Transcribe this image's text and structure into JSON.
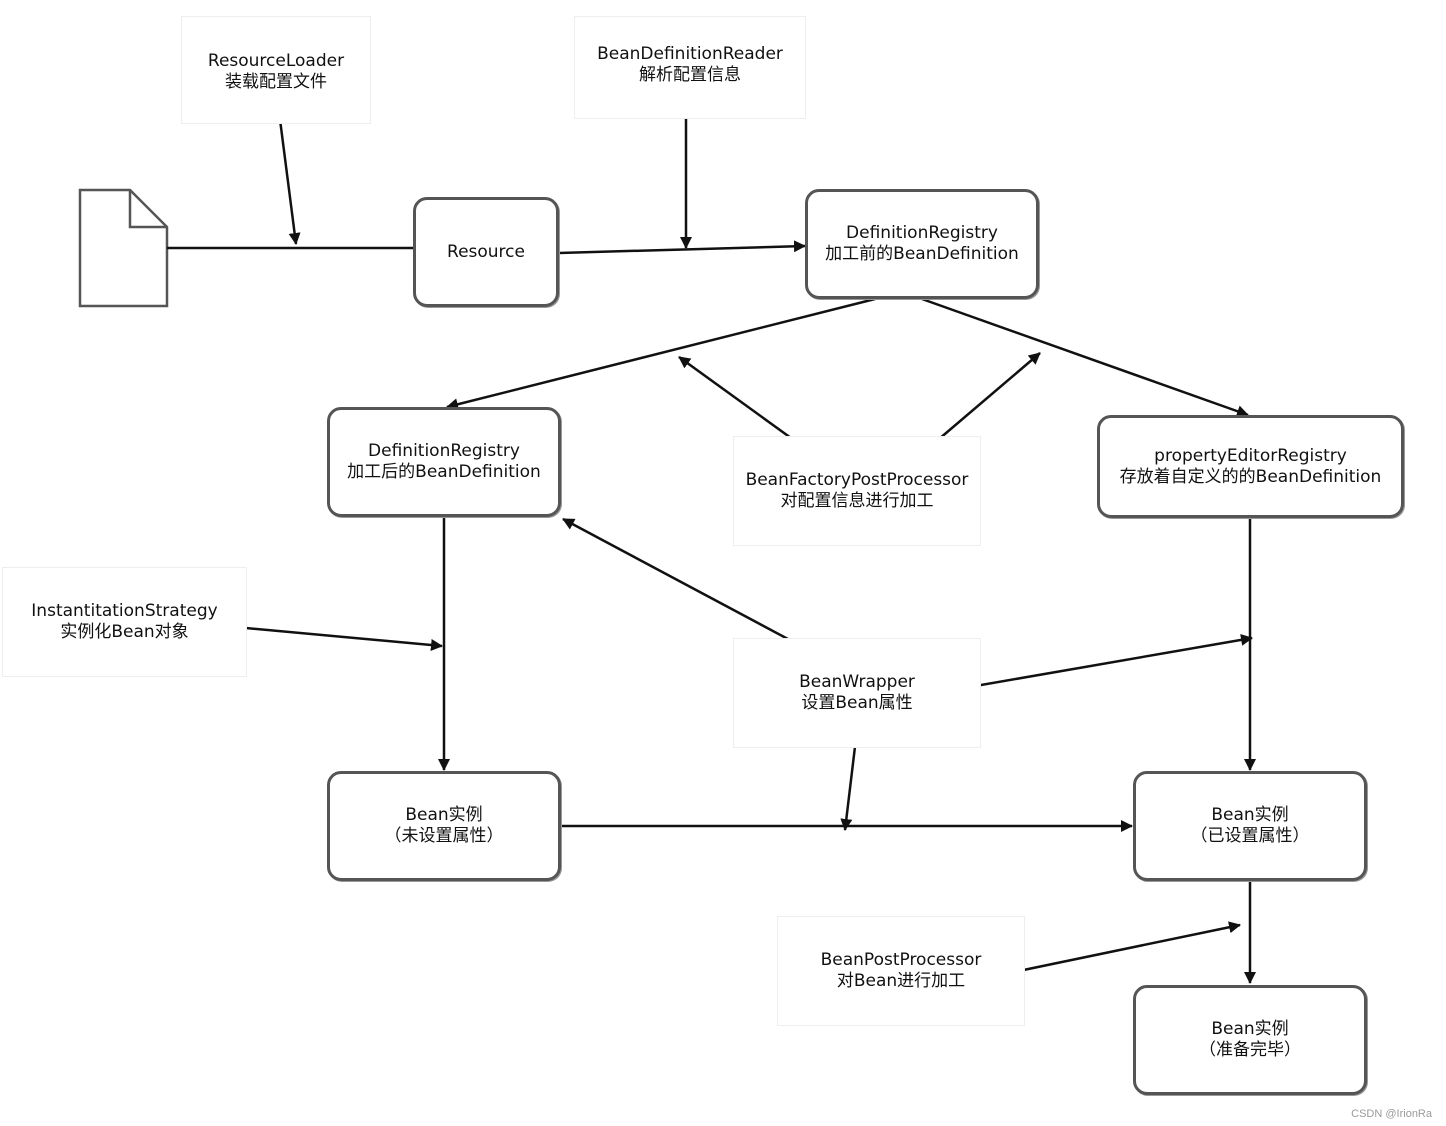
{
  "nodes": {
    "resource_loader": {
      "line1": "ResourceLoader",
      "line2": "装载配置文件"
    },
    "bean_definition_reader": {
      "line1": "BeanDefinitionReader",
      "line2": "解析配置信息"
    },
    "resource": {
      "line1": "Resource"
    },
    "registry_before": {
      "line1": "DefinitionRegistry",
      "line2": "加工前的BeanDefinition"
    },
    "registry_after": {
      "line1": "DefinitionRegistry",
      "line2": "加工后的BeanDefinition"
    },
    "bean_factory_post_processor": {
      "line1": "BeanFactoryPostProcessor",
      "line2": "对配置信息进行加工"
    },
    "property_editor_registry": {
      "line1": "propertyEditorRegistry",
      "line2": "存放着自定义的的BeanDefinition"
    },
    "instantiation_strategy": {
      "line1": "InstantitationStrategy",
      "line2": "实例化Bean对象"
    },
    "bean_wrapper": {
      "line1": "BeanWrapper",
      "line2": "设置Bean属性"
    },
    "bean_unset": {
      "line1": "Bean实例",
      "line2": "（未设置属性）"
    },
    "bean_set": {
      "line1": "Bean实例",
      "line2": "（已设置属性）"
    },
    "bean_post_processor": {
      "line1": "BeanPostProcessor",
      "line2": "对Bean进行加工"
    },
    "bean_ready": {
      "line1": "Bean实例",
      "line2": "（准备完毕）"
    }
  },
  "watermark": "CSDN @IrionRa",
  "colors": {
    "box_border": "#555555",
    "arrow": "#111111",
    "note_border": "#eeeeee"
  }
}
